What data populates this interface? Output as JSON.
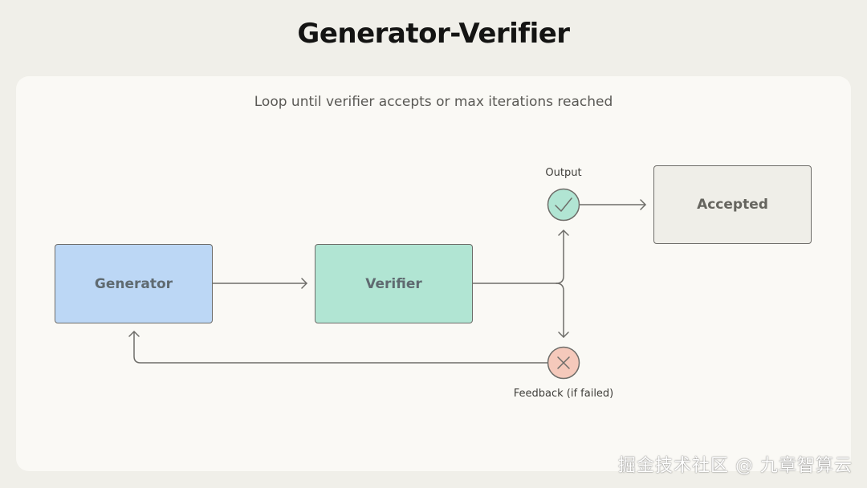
{
  "title": "Generator-Verifier",
  "subtitle": "Loop until verifier accepts or max iterations reached",
  "nodes": {
    "generator": "Generator",
    "verifier": "Verifier",
    "accepted": "Accepted"
  },
  "labels": {
    "output": "Output",
    "feedback": "Feedback (if failed)"
  },
  "icons": {
    "output": "checkmark-icon",
    "feedback": "x-icon"
  },
  "colors": {
    "generator_fill": "#bcd7f5",
    "verifier_fill": "#b1e5d3",
    "accepted_fill": "#efeee8",
    "output_circle": "#b1e5d3",
    "feedback_circle": "#f5c9bb"
  },
  "watermark": "掘金技术社区 @ 九章智算云"
}
